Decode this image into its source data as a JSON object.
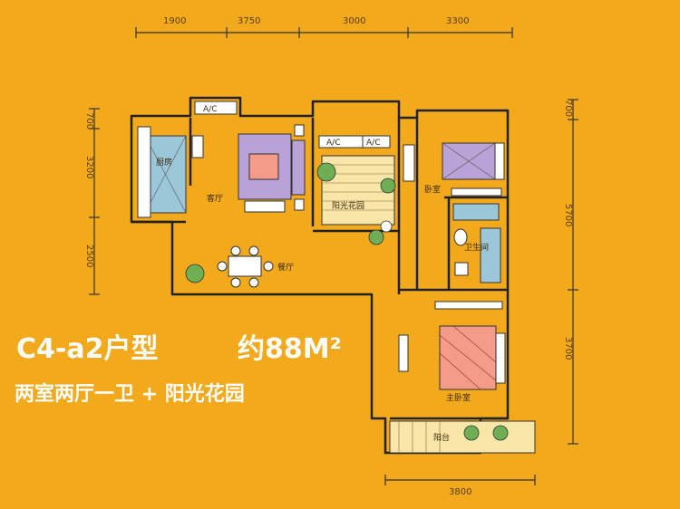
{
  "dimensions": {
    "top": [
      "1900",
      "3750",
      "3000",
      "3300"
    ],
    "bottom": "3800",
    "left": [
      "700",
      "3200",
      "2500"
    ],
    "right": [
      "700",
      "5700",
      "3700"
    ]
  },
  "rooms": {
    "kitchen": "厨房",
    "living": "客厅",
    "sun_garden": "阳光花园",
    "bedroom": "卧室",
    "bathroom": "卫生间",
    "dining": "餐厅",
    "master_bedroom": "主卧室",
    "balcony": "阳台"
  },
  "appliances": {
    "ac_living": "A/C",
    "ac_garden_1": "A/C",
    "ac_garden_2": "A/C"
  },
  "caption": {
    "model": "C4-a2户型",
    "area": "约88M²",
    "layout": "两室两厅一卫 + 阳光花园"
  },
  "colors": {
    "background": "#F2A91C",
    "rug_purple": "#B9A2D6",
    "bed_pink": "#F49B8A",
    "tile_blue": "#9CC7D8",
    "plant_green": "#6FAE55"
  }
}
